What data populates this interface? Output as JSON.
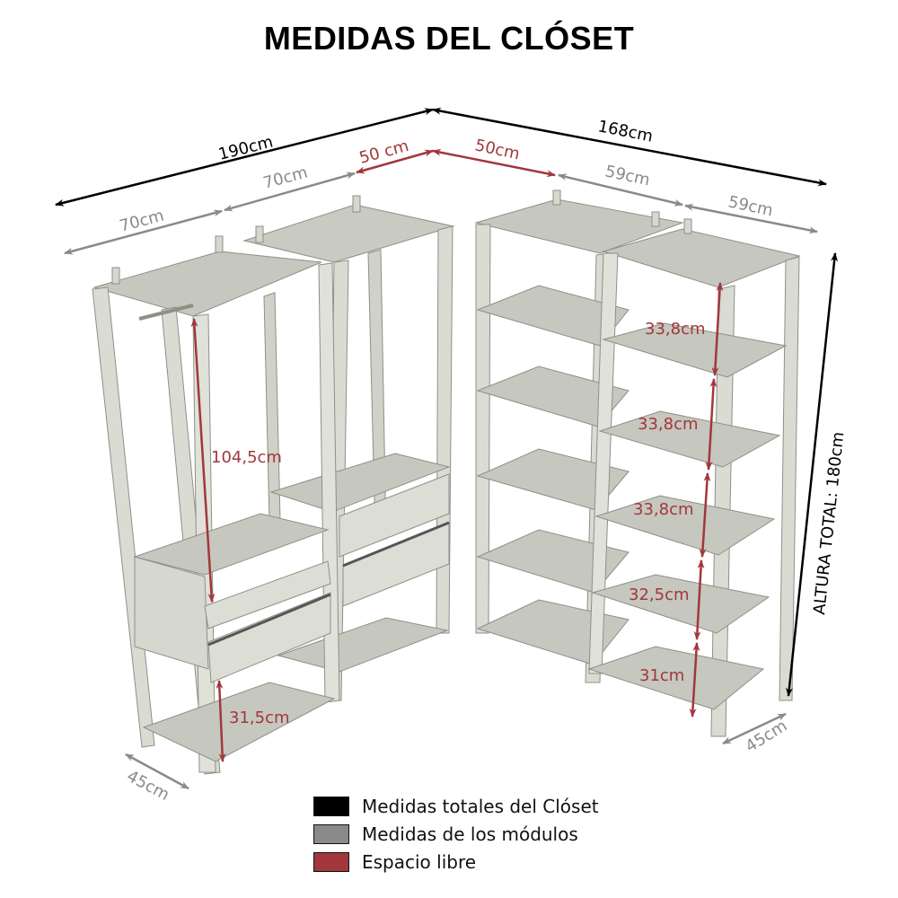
{
  "title": "MEDIDAS DEL CLÓSET",
  "colors": {
    "total": "#000000",
    "module": "#8a8a8a",
    "free_space": "#a2373c",
    "panel": "#d6d7cf",
    "panel_edge": "#8e9088",
    "shelf_top": "#c6c7bf"
  },
  "dimensions": {
    "total_left_width": "190cm",
    "total_right_width": "168cm",
    "module_left_1": "70cm",
    "module_left_2": "70cm",
    "free_left": "50 cm",
    "free_right": "50cm",
    "module_right_1": "59cm",
    "module_right_2": "59cm",
    "depth_left": "45cm",
    "depth_right": "45cm",
    "total_height": "ALTURA TOTAL: 180cm",
    "hanging_space": "104,5cm",
    "bottom_left_space": "31,5cm",
    "shelf_gap_1": "33,8cm",
    "shelf_gap_2": "33,8cm",
    "shelf_gap_3": "33,8cm",
    "shelf_gap_4": "32,5cm",
    "shelf_gap_5": "31cm"
  },
  "legend": {
    "items": [
      {
        "label": "Medidas totales del Clóset",
        "color": "#000000"
      },
      {
        "label": "Medidas de los módulos",
        "color": "#8a8a8a"
      },
      {
        "label": "Espacio libre",
        "color": "#a2373c"
      }
    ]
  }
}
